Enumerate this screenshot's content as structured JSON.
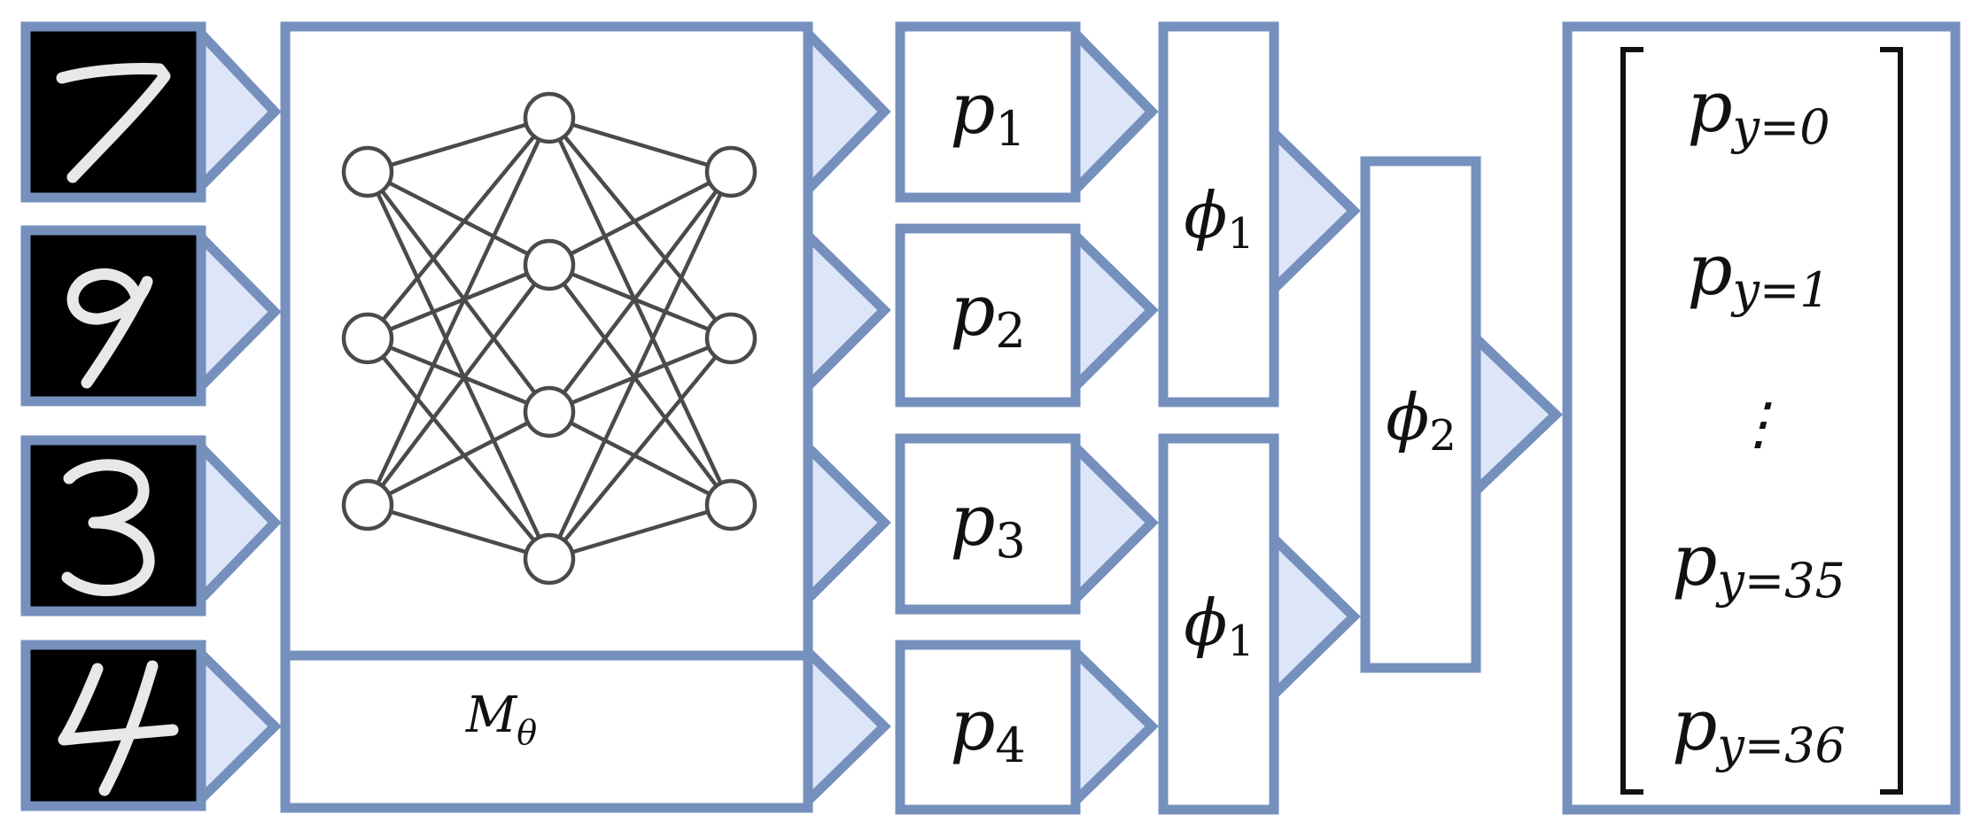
{
  "inputs": [
    {
      "digit": "7",
      "output": {
        "base": "p",
        "sub": "1"
      }
    },
    {
      "digit": "9",
      "output": {
        "base": "p",
        "sub": "2"
      }
    },
    {
      "digit": "3",
      "output": {
        "base": "p",
        "sub": "3"
      }
    },
    {
      "digit": "4",
      "output": {
        "base": "p",
        "sub": "4"
      }
    }
  ],
  "model": {
    "label_base": "M",
    "label_sub": "θ",
    "layers": [
      3,
      4,
      3
    ]
  },
  "phi1": {
    "base": "ϕ",
    "sub": "1"
  },
  "phi2": {
    "base": "ϕ",
    "sub": "2"
  },
  "result": {
    "entries": [
      {
        "base": "p",
        "sub": "y=0"
      },
      {
        "base": "p",
        "sub": "y=1"
      },
      {
        "base": "p",
        "sub": "y=35"
      },
      {
        "base": "p",
        "sub": "y=36"
      }
    ],
    "ellipsis": "⋮"
  },
  "colors": {
    "border": "#7590bd",
    "arrow_fill": "#dde6f8",
    "network": "#4a4a4a"
  }
}
